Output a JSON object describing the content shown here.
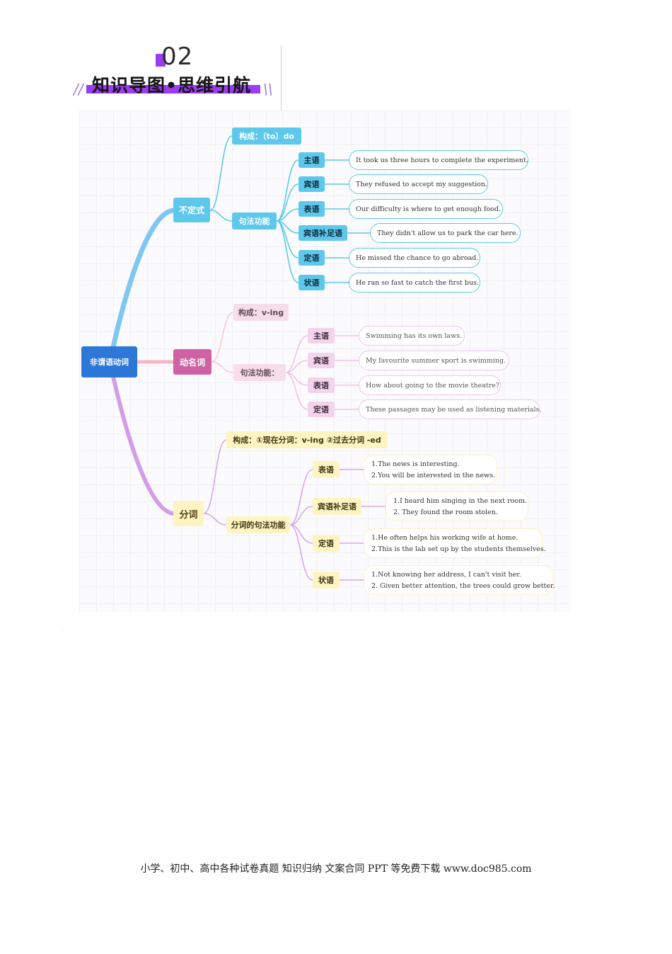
{
  "header": {
    "section_number": "02",
    "title": "知识导图•思维引航",
    "left_slashes": "//",
    "right_slashes": "\\\\"
  },
  "mindmap": {
    "root": "非谓语动词",
    "infinitive": {
      "label": "不定式",
      "form": "构成：（to）do",
      "function_label": "句法功能",
      "items": [
        {
          "role": "主语",
          "example": "It took us three hours to complete the experiment."
        },
        {
          "role": "宾语",
          "example": "They refused to accept my suggestion."
        },
        {
          "role": "表语",
          "example": "Our difficulty is where to get enough food."
        },
        {
          "role": "宾语补足语",
          "example": "They didn't allow us to park the car here."
        },
        {
          "role": "定语",
          "example": "He missed the chance to go abroad."
        },
        {
          "role": "状语",
          "example": "He ran so fast to catch the first bus."
        }
      ]
    },
    "gerund": {
      "label": "动名词",
      "form": "构成：v-ing",
      "function_label": "句法功能：",
      "items": [
        {
          "role": "主语",
          "example": "Swimming has its own laws."
        },
        {
          "role": "宾语",
          "example": "My favourite summer sport is swimming."
        },
        {
          "role": "表语",
          "example": "How about going to the movie theatre?"
        },
        {
          "role": "定语",
          "example": "These passages may be used as listening materials."
        }
      ]
    },
    "participle": {
      "label": "分词",
      "form": "构成：①现在分词：v-ing ②过去分词 -ed",
      "function_label": "分词的句法功能",
      "items": [
        {
          "role": "表语",
          "line1": "1.The news is interesting.",
          "line2": "2.You will be interested in the news."
        },
        {
          "role": "宾语补足语",
          "line1": "1.I heard him singing in the next room.",
          "line2": "2. They found the room stolen."
        },
        {
          "role": "定语",
          "line1": "1.He often helps his working wife at home.",
          "line2": "2.This is the lab set up by the students themselves."
        },
        {
          "role": "状语",
          "line1": "1.Not knowing her address, I can't visit her.",
          "line2": "2. Given better attention, the trees could grow better."
        }
      ]
    }
  },
  "page_mark": "·",
  "footer": "小学、初中、高中各种试卷真题 知识归纳 文案合同 PPT 等免费下载   www.doc985.com",
  "colors": {
    "purple_accent": "#9b3df2",
    "root_blue": "#2c77d8",
    "infinitive_cyan": "#5ec8ec",
    "gerund_pink": "#cf62a2",
    "participle_yellow": "#fdf4c2",
    "participle_line": "#d8a6ec"
  }
}
